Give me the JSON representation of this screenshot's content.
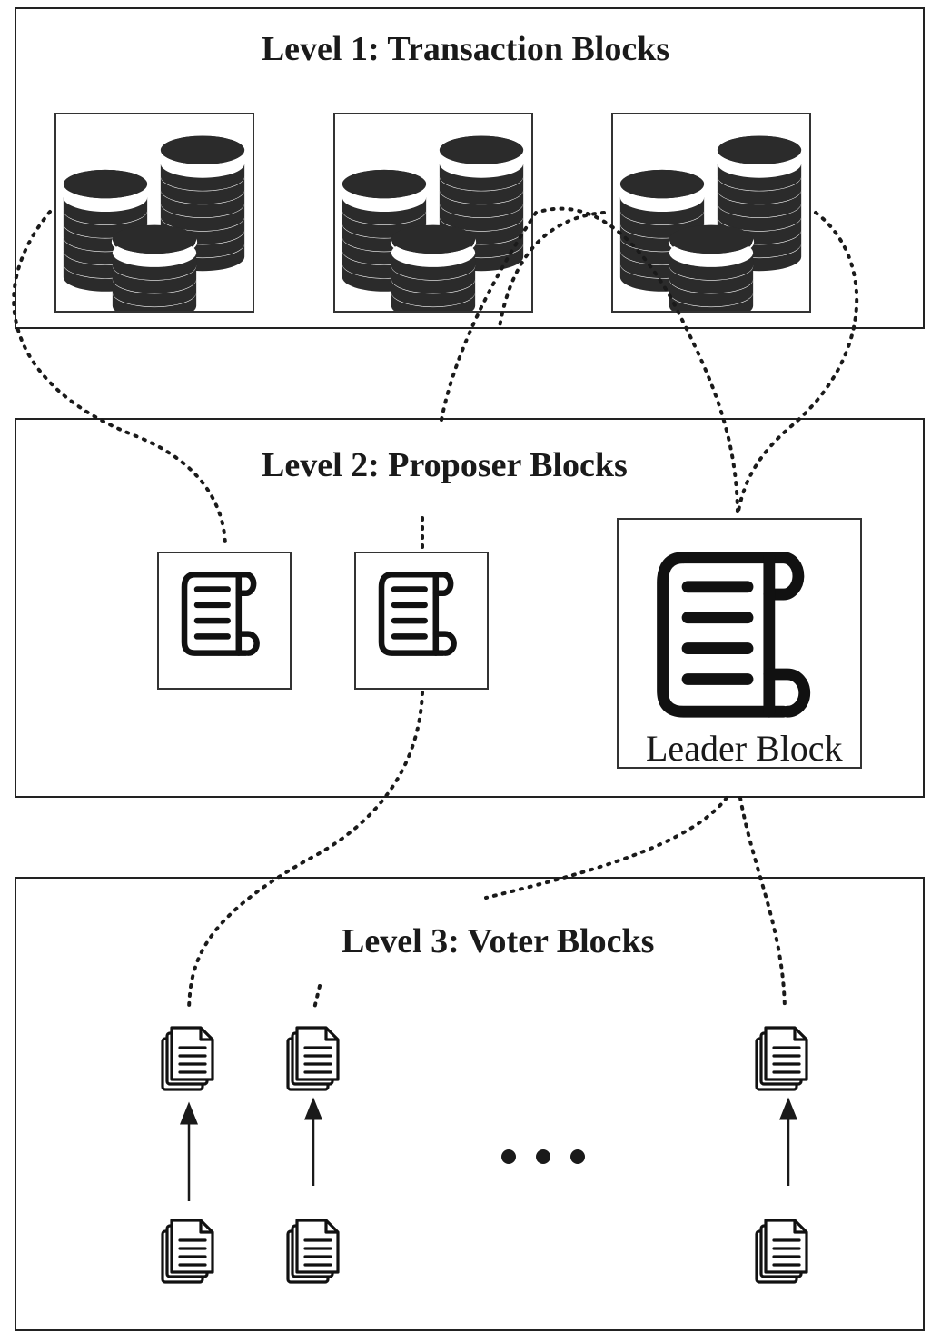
{
  "levels": {
    "level1": {
      "title": "Level 1: Transaction Blocks"
    },
    "level2": {
      "title": "Level 2: Proposer Blocks",
      "leader_label": "Leader Block"
    },
    "level3": {
      "title": "Level 3: Voter Blocks"
    }
  },
  "icons": {
    "transaction_block": "coin-stack-icon",
    "proposer_block": "scroll-icon",
    "voter_block": "document-stack-icon"
  },
  "colors": {
    "stroke": "#222222",
    "fill": "#2b2b2b",
    "background": "#ffffff"
  }
}
